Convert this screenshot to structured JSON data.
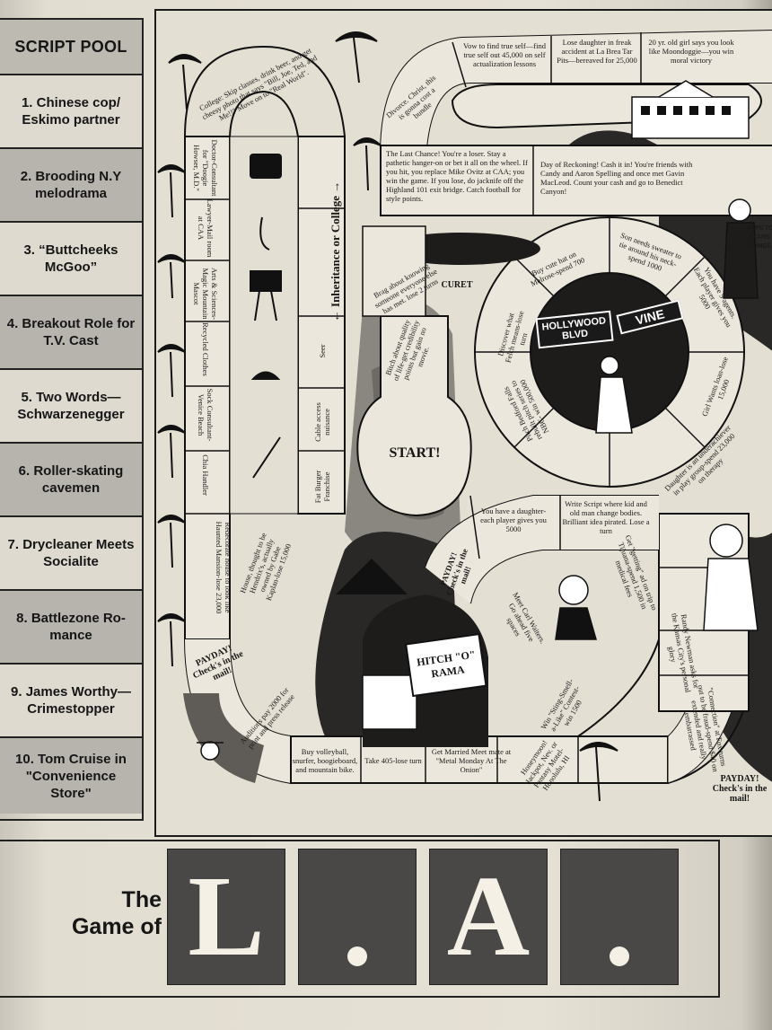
{
  "script_pool": {
    "heading": "SCRIPT POOL",
    "items": [
      "1. Chinese cop/ Eskimo partner",
      "2. Brooding N.Y melodrama",
      "3. “Buttcheeks McGoo”",
      "4. Breakout Role for T.V. Cast",
      "5. Two Words— Schwarzenegger",
      "6. Roller-skating cavemen",
      "7. Drycleaner Meets Socialite",
      "8. Battlezone Ro- mance",
      "9. James Worthy— Crimestopper",
      "10. Tom Cruise in \"Convenience Store\""
    ]
  },
  "board": {
    "start": "START!",
    "inheritance": "← Inheritance or College →",
    "hitch": "HITCH \"O\" RAMA",
    "curet": "CURET",
    "sign_hollywood": "HOLLYWOOD BLVD",
    "sign_vine": "VINE",
    "maps": "MAPS TO STARS HOMES",
    "paydays": [
      "PAYDAY! Check's in the mail!",
      "PAYDAY! Check's in the mail!",
      "PAYDAY! Check's in the mail!"
    ],
    "squares": {
      "college": "College: Skip classes, drink beer, and get cheesy photo that says \"Bill, Joe, Ted, and Me!!\" Move on to \"Real World\".",
      "divorce": "Divorce. Christ, this is gonna cost a bundle",
      "vow": "Vow to find true self—find true self out 45,000 on self actualization lessons",
      "lose_daughter": "Lose daughter in freak accident at La Brea Tar Pits—bereaved for 25,000",
      "old_girl": "20 yr. old girl says you look like Moondoggie—you win moral victory",
      "last_chance": "The Last Chance! You're a loser. Stay a pathetic hanger-on or bet it all on the wheel. If you hit, you replace Mike Ovitz at CAA; you win the game. If you lose, do jacknife off the Highland 101 exit bridge. Catch football for style points.",
      "reckoning": "Day of Reckoning! Cash it in! You're friends with Candy and Aaron Spelling and once met Gavin MacLeod. Count your cash and go to Benedict Canyon!",
      "doctor": "Doctor-Consultant for \"Doogie Howser, M.D.\"",
      "lawyer": "Lawyer-Mail room at CAA",
      "arts": "Arts & Sciences-Magic Mountain Mascot",
      "recycled": "Recycled Clothes",
      "sock": "Sock Consultant-Venice Beach",
      "chia": "Chia Handler",
      "seer": "Seer",
      "cable": "Cable access nuisance",
      "fatburger": "Fat Burger Franchise",
      "brag": "Brag about knowing someone everyone else has met. lose 2 turns",
      "bitch": "Bitch about quality of life-get credibility points but gain no movie.",
      "hat": "Buy cute hat on Melrose-spend 700",
      "sweater": "Son needs sweater to tie around his neck-spend 1000",
      "hangers": "You have 5 agents. Each player gives you 5000",
      "girl_loan": "Girl Wants loan-lose 15,000",
      "discover": "Discover what Felch means-lose turn",
      "pitch": "Pitch Bedford Falls rebuilt pitch series to NBC- win 500,000",
      "underachiever": "Daughter is an underachiever in play group-spend 23,000 on therapy",
      "write_script": "Write Script where kid and old man change bodies. Brilliant idea pirated. Lose a turn",
      "daughter_each": "You have a daughter-each player gives you 5000",
      "redecorate": "Redecorate house to look like Haunted Mansion-lose 23,000",
      "house": "House, thought to be Hendrix's, actually owned by Gabe Kaplan-lose 15,000",
      "waiters": "Meet Carl Waiters. Go ahead five spaces",
      "getting": "Get \"getting\" ad on trip to Tijuana-spend 1,500 in medical fees",
      "randy": "Randy Newman asks for the Kansas City's personal glory",
      "connection": "\"Connection\" at Fox turns out to be fraud-spend $40 on extended and really embarrassed",
      "sting": "Win \"Sting-Smell-a-Like\" Contest-win 1500",
      "honeymoon": "Honeymoon! Jackpot, Nev. or Fantasy Motel-Honolulu, HI",
      "married": "Get Married Meet mate at \"Metal Monday At The Onion\"",
      "take405": "Take 405-lose turn",
      "volleyball": "Buy volleyball, snurfer, boogieboard, and mountain bike.",
      "auditions": "Auditions pay 2000 for print and press release"
    }
  },
  "title": {
    "line1": "The",
    "line2": "Game of",
    "letters": [
      "L",
      "",
      "A",
      ""
    ]
  },
  "colors": {
    "ink": "#161616",
    "paper": "#e4dfd3",
    "tile": "#4a4846",
    "shade": "#b7b4ad"
  }
}
